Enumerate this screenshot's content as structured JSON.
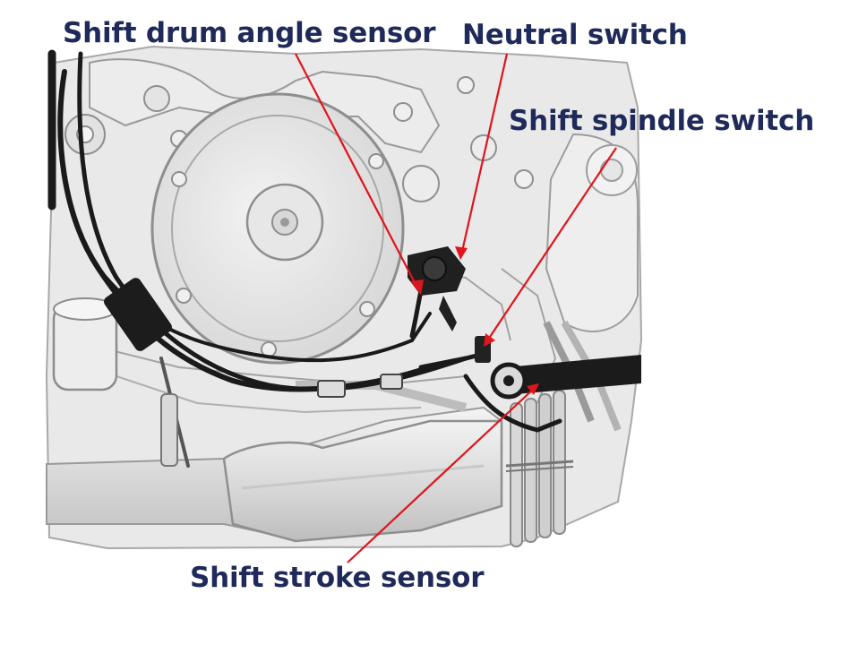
{
  "labels": {
    "shift_drum_angle_sensor": "Shift drum angle sensor",
    "neutral_switch": "Neutral switch",
    "shift_spindle_switch": "Shift spindle switch",
    "shift_stroke_sensor": "Shift stroke sensor"
  },
  "colors": {
    "label_text": "#1f2a5a",
    "leader_line": "#e0141c",
    "engine_line": "#8a8a8a",
    "engine_fill": "#e6e6e6",
    "harness": "#1a1a1a"
  }
}
